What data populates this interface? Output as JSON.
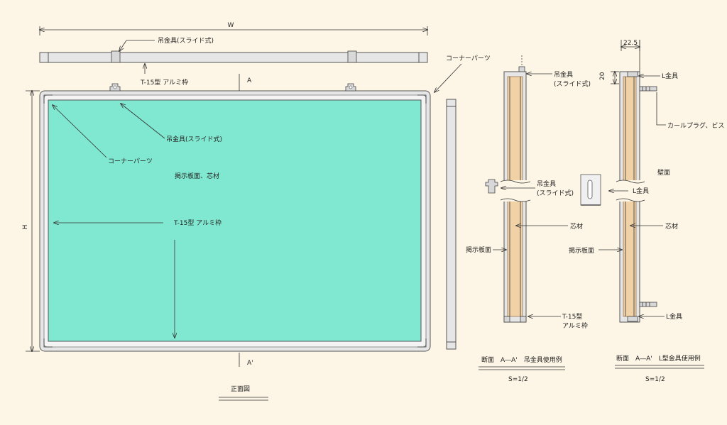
{
  "labels": {
    "width": "W",
    "height": "H",
    "hanger_top": "吊金具(スライド式)",
    "frame_top": "T-15型 アルミ枠",
    "section_a": "A",
    "section_a2": "A'",
    "corner_top": "コーナーパーツ",
    "hanger_front": "吊金具(スライド式)",
    "corner_front": "コーナーパーツ",
    "board_core": "掲示板面、芯材",
    "frame_front": "T-15型 アルミ枠",
    "front_view": "正面図",
    "sec1_hanger_line1": "吊金具",
    "sec1_hanger_line2": "(スライド式)",
    "sec1_hanger_mid_line1": "吊金具",
    "sec1_hanger_mid_line2": "(スライド式)",
    "sec1_core": "芯材",
    "sec1_board": "掲示板面",
    "sec1_frame_line1": "T-15型",
    "sec1_frame_line2": "アルミ枠",
    "sec1_title": "断面　A―A'　吊金具使用例",
    "sec1_scale": "S=1/2",
    "dim_225": "22.5",
    "dim_20": "20",
    "sec2_lbracket_top": "L金具",
    "sec2_plug": "カールプラグ、ビス",
    "sec2_wall": "壁面",
    "sec2_lbracket_mid": "L金具",
    "sec2_core": "芯材",
    "sec2_board": "掲示板面",
    "sec2_lbracket_bot": "L金具",
    "sec2_title": "断面　A―A'　L型金具使用例",
    "sec2_scale": "S=1/2"
  },
  "colors": {
    "background": "#fdf6e6",
    "board": "#80e8d0",
    "core": "#f1d2a6",
    "frame": "#e6e6e6"
  }
}
